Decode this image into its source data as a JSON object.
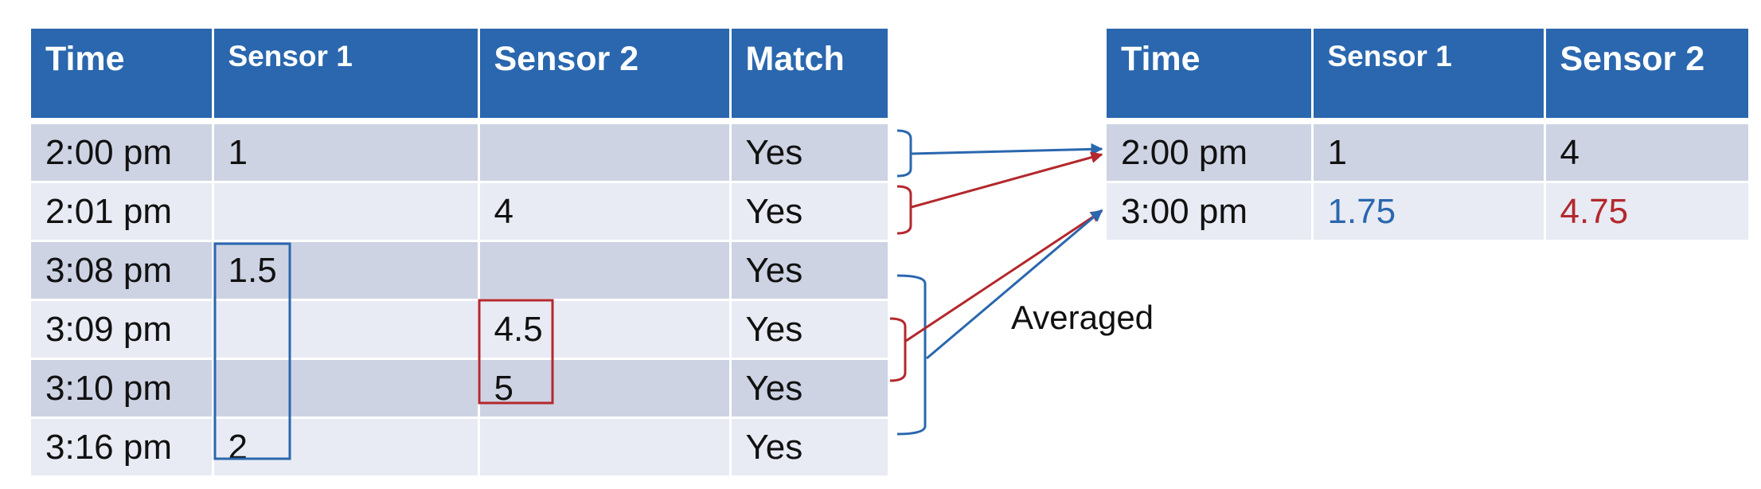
{
  "left_table": {
    "headers": [
      "Time",
      "Sensor 1",
      "Sensor 2",
      "Match"
    ],
    "rows": [
      [
        "2:00 pm",
        "1",
        "",
        "Yes"
      ],
      [
        "2:01 pm",
        "",
        "4",
        "Yes"
      ],
      [
        "3:08 pm",
        "1.5",
        "",
        "Yes"
      ],
      [
        "3:09 pm",
        "",
        "4.5",
        "Yes"
      ],
      [
        "3:10 pm",
        "",
        "5",
        "Yes"
      ],
      [
        "3:16 pm",
        "2",
        "",
        "Yes"
      ]
    ]
  },
  "right_table": {
    "headers": [
      "Time",
      "Sensor 1",
      "Sensor 2"
    ],
    "rows": [
      [
        "2:00 pm",
        "1",
        "4"
      ],
      [
        "3:00 pm",
        "1.75",
        "4.75"
      ]
    ]
  },
  "annotation": {
    "label": "Averaged"
  },
  "colors": {
    "header_bg": "#2A67AE",
    "row_odd": "#CDD3E3",
    "row_even": "#E8EBF3",
    "sensor1_accent": "#2A67AE",
    "sensor2_accent": "#B3282D"
  }
}
